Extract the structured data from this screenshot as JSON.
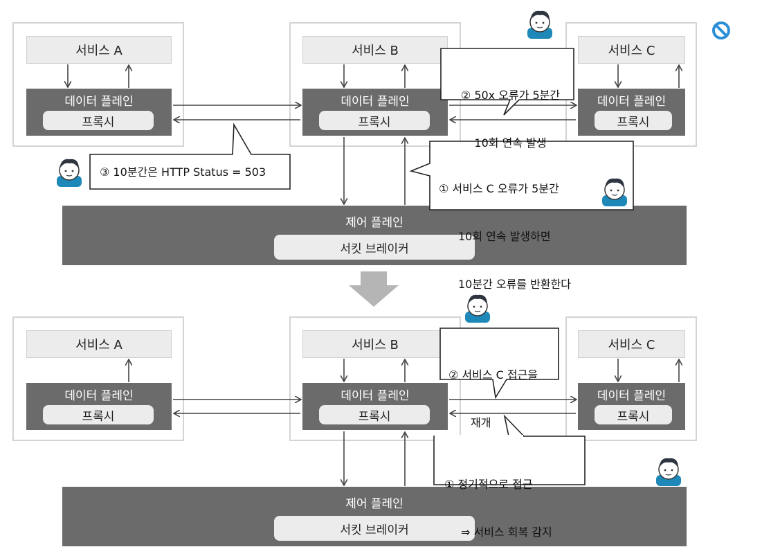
{
  "top": {
    "service_a": "서비스 A",
    "service_b": "서비스 B",
    "service_c": "서비스 C",
    "data_plane": "데이터 플레인",
    "proxy": "프록시",
    "control_plane": "제어 플레인",
    "circuit_breaker": "서킷 브레이커",
    "note1_l1": "① 서비스 C 오류가 5분간",
    "note1_l2": "10회 연속 발생하면",
    "note1_l3": "10분간 오류를 반환한다",
    "note2_l1": "② 50x 오류가 5분간",
    "note2_l2": "10회 연속 발생",
    "note3": "③ 10분간은 HTTP Status = 503"
  },
  "bottom": {
    "service_a": "서비스 A",
    "service_b": "서비스 B",
    "service_c": "서비스 C",
    "data_plane": "데이터 플레인",
    "proxy": "프록시",
    "control_plane": "제어 플레인",
    "circuit_breaker": "서킷 브레이커",
    "note1_l1": "① 정기적으로 접근",
    "note1_l2": "⇒ 서비스 회복 감지",
    "note2_l1": "② 서비스 C 접근을",
    "note2_l2": "재개"
  },
  "icons": {
    "person": "person-avatar-icon",
    "blocked": "no-entry-icon"
  },
  "colors": {
    "plane": "#6b6b6b",
    "light": "#ececec",
    "frame": "#d4d4d4",
    "blocked": "#2a8fd6"
  }
}
